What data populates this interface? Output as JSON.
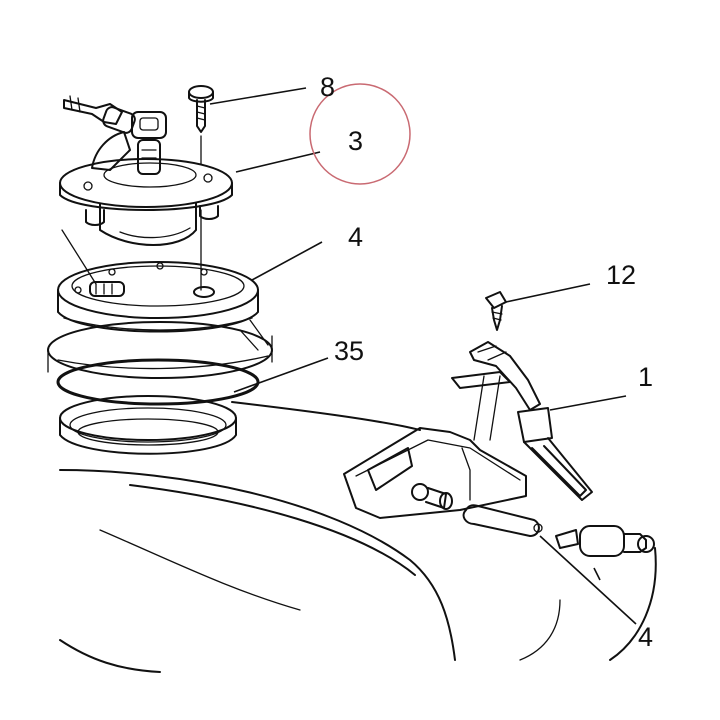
{
  "callouts": {
    "screw_top": "8",
    "cap_assembly": "3",
    "gasket_ring": "4",
    "self_tap_screw": "12",
    "filler_seal": "35",
    "door_latch": "1",
    "lower_part": "4"
  },
  "highlight_color": "#c96a72",
  "ink_color": "#111111"
}
